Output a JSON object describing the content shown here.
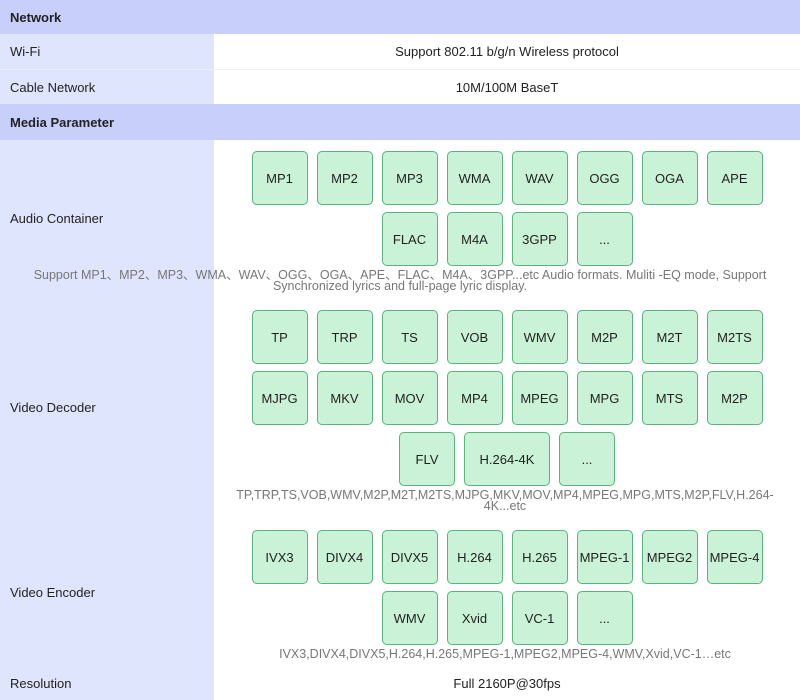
{
  "network": {
    "header": "Network",
    "rows": [
      {
        "label": "Wi-Fi",
        "value": "Support 802.11 b/g/n Wireless protocol"
      },
      {
        "label": "Cable Network",
        "value": "10M/100M BaseT"
      }
    ]
  },
  "media": {
    "header": "Media Parameter",
    "audio": {
      "label": "Audio Container",
      "row1": [
        "MP1",
        "MP2",
        "MP3",
        "WMA",
        "WAV",
        "OGG",
        "OGA",
        "APE"
      ],
      "row2": [
        "FLAC",
        "M4A",
        "3GPP",
        "..."
      ],
      "desc": "Support MP1、MP2、MP3、WMA、WAV、OGG、OGA、APE、FLAC、M4A、3GPP...etc Audio formats. Muliti -EQ mode, Support Synchronized lyrics and full-page lyric display."
    },
    "video_decoder": {
      "label": "Video Decoder",
      "row1": [
        "TP",
        "TRP",
        "TS",
        "VOB",
        "WMV",
        "M2P",
        "M2T",
        "M2TS"
      ],
      "row2": [
        "MJPG",
        "MKV",
        "MOV",
        "MP4",
        "MPEG",
        "MPG",
        "MTS",
        "M2P"
      ],
      "row3": [
        "FLV",
        "H.264-4K",
        "..."
      ],
      "desc": "TP,TRP,TS,VOB,WMV,M2P,M2T,M2TS,MJPG,MKV,MOV,MP4,MPEG,MPG,MTS,M2P,FLV,H.264-4K...etc"
    },
    "video_encoder": {
      "label": "Video Encoder",
      "row1": [
        "IVX3",
        "DIVX4",
        "DIVX5",
        "H.264",
        "H.265",
        "MPEG-1",
        "MPEG2",
        "MPEG-4"
      ],
      "row2": [
        "WMV",
        "Xvid",
        "VC-1",
        "..."
      ],
      "desc": "IVX3,DIVX4,DIVX5,H.264,H.265,MPEG-1,MPEG2,MPEG-4,WMV,Xvid,VC-1…etc"
    },
    "resolution": {
      "label": "Resolution",
      "value": "Full 2160P@30fps"
    }
  }
}
